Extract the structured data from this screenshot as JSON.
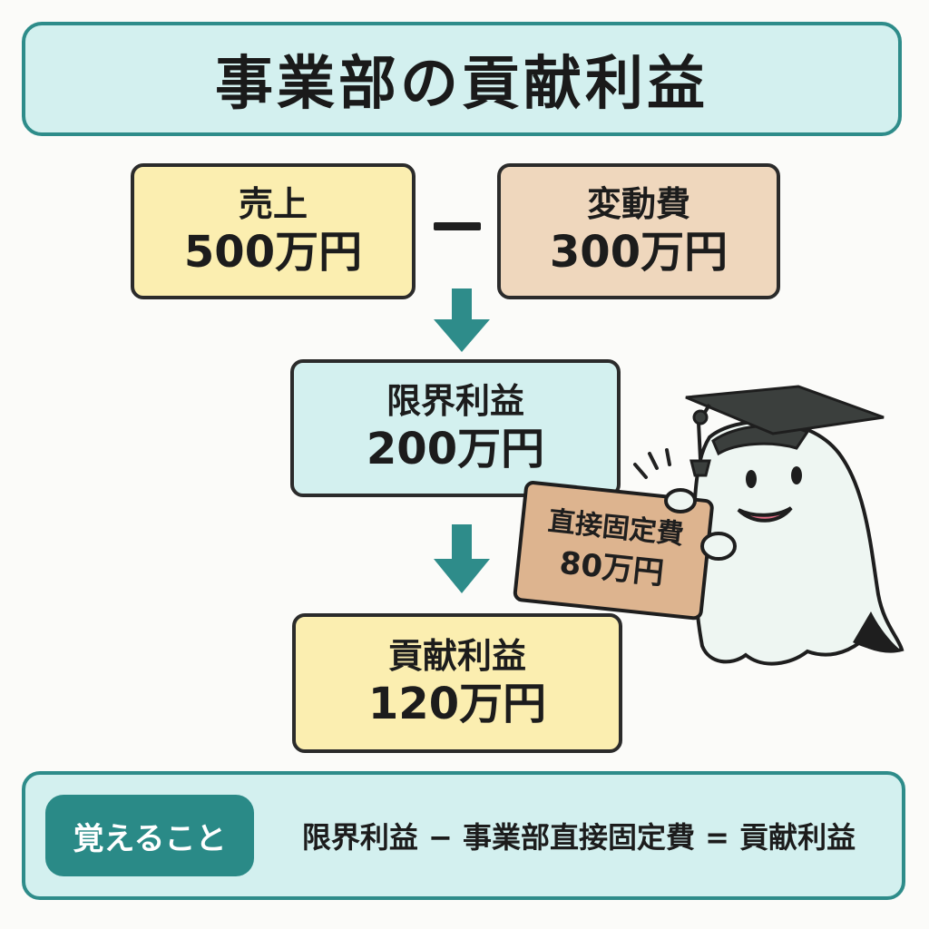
{
  "title": "事業部の貢献利益",
  "sales": {
    "label": "売上",
    "value": "500万円"
  },
  "operator_minus": "−",
  "variable_cost": {
    "label": "変動費",
    "value": "300万円"
  },
  "marginal_profit": {
    "label": "限界利益",
    "value": "200万円"
  },
  "fixed_cost_sign": {
    "label": "直接固定費",
    "value": "80万円"
  },
  "contribution_profit": {
    "label": "貢献利益",
    "value": "120万円"
  },
  "memo": {
    "badge": "覚えること",
    "formula": "限界利益 − 事業部直接固定費 = 貢献利益"
  },
  "colors": {
    "teal": "#2e8c8a",
    "yellow": "#fbeeb0",
    "peach": "#efd7bd",
    "aqua": "#d3f0ef"
  }
}
